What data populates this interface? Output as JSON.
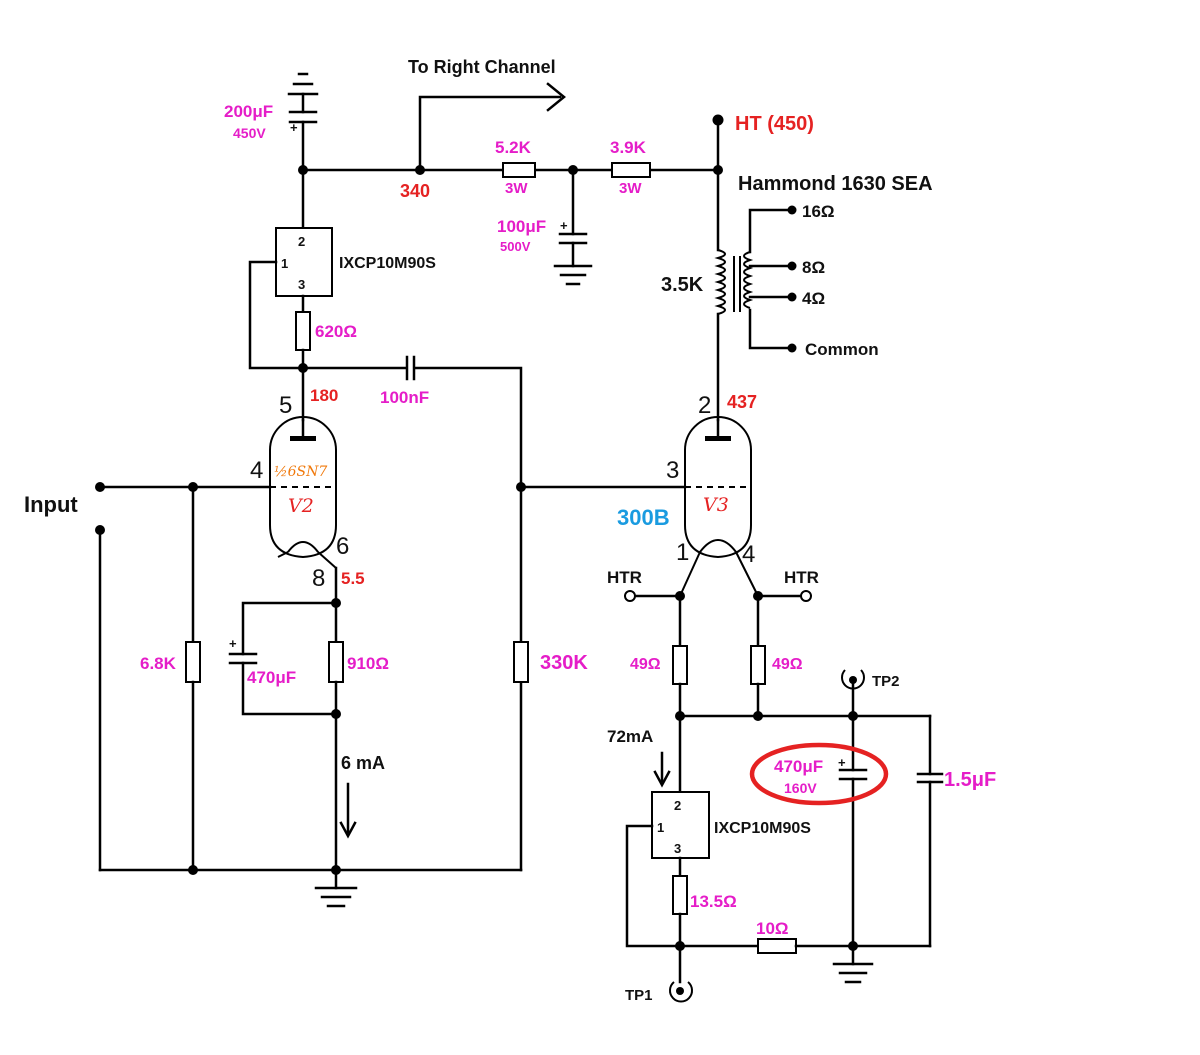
{
  "labels": {
    "right_channel": "To Right Channel",
    "ht": "HT (450)",
    "node_340": "340",
    "r_52k": "5.2K",
    "r_52k_w": "3W",
    "r_39k": "3.9K",
    "r_39k_w": "3W",
    "c_200u": "200μF",
    "c_200u_v": "450V",
    "c_100u": "100μF",
    "c_100u_v": "500V",
    "ixcp_top": "IXCP10M90S",
    "ixcp_bottom": "IXCP10M90S",
    "reg_pin2": "2",
    "reg_pin1": "1",
    "reg_pin3": "3",
    "hammond": "Hammond 1630 SEA",
    "tap_16": "16Ω",
    "tap_8": "8Ω",
    "tap_4": "4Ω",
    "tap_common": "Common",
    "primary": "3.5K",
    "r_620": "620Ω",
    "c_100n": "100nF",
    "v_180": "180",
    "v_437": "437",
    "pin5": "5",
    "pin4_v2": "4",
    "pin6": "6",
    "pin8": "8",
    "pin2_v3": "2",
    "pin3_v3": "3",
    "pin1_v3": "1",
    "pin4_v3": "4",
    "v2_type": "½6SN7",
    "v2_name": "V2",
    "v3_name": "V3",
    "v3_type": "300B",
    "input": "Input",
    "v_55": "5.5",
    "r_68k": "6.8K",
    "c_470u_cath": "470μF",
    "r_910": "910Ω",
    "r_330k": "330K",
    "i_6ma": "6 mA",
    "htr_left": "HTR",
    "htr_right": "HTR",
    "r_49_left": "49Ω",
    "r_49_right": "49Ω",
    "tp2": "TP2",
    "i_72ma": "72mA",
    "c_470u_fil": "470μF",
    "c_470u_fil_v": "160V",
    "c_15u": "1.5μF",
    "r_135": "13.5Ω",
    "r_10": "10Ω",
    "tp1": "TP1"
  },
  "colors": {
    "component_value": "#e51dc8",
    "voltage": "#e52222",
    "tube_type": "#1a9be0",
    "highlight_ring": "#e52222"
  }
}
